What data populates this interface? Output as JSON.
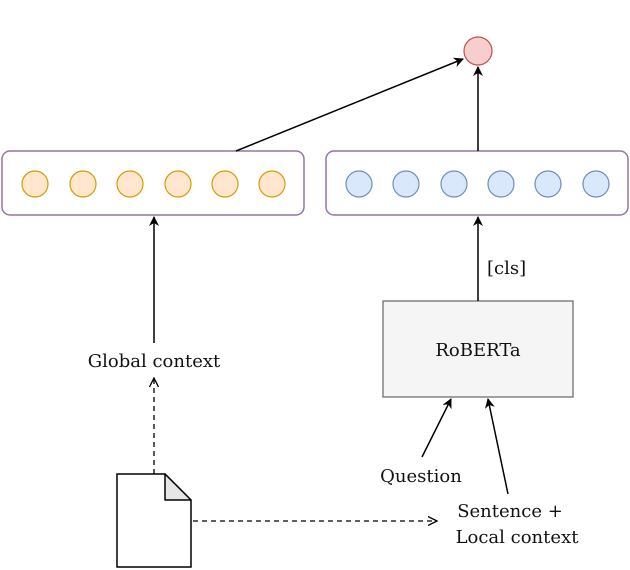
{
  "labels": {
    "cls": "[cls]",
    "roberta": "RoBERTa",
    "global_context": "Global context",
    "question": "Question",
    "sentence_line1": "Sentence +",
    "sentence_line2": "Local context"
  },
  "colors": {
    "panel_border": "#9673a6",
    "orange_fill": "#ffe6cc",
    "orange_stroke": "#d79b00",
    "blue_fill": "#dae8fc",
    "blue_stroke": "#6c8ebf",
    "output_fill": "#f8cecc",
    "output_stroke": "#b85450",
    "box_fill": "#f5f5f5",
    "box_stroke": "#666666"
  },
  "icons": {
    "document": "document-icon"
  }
}
